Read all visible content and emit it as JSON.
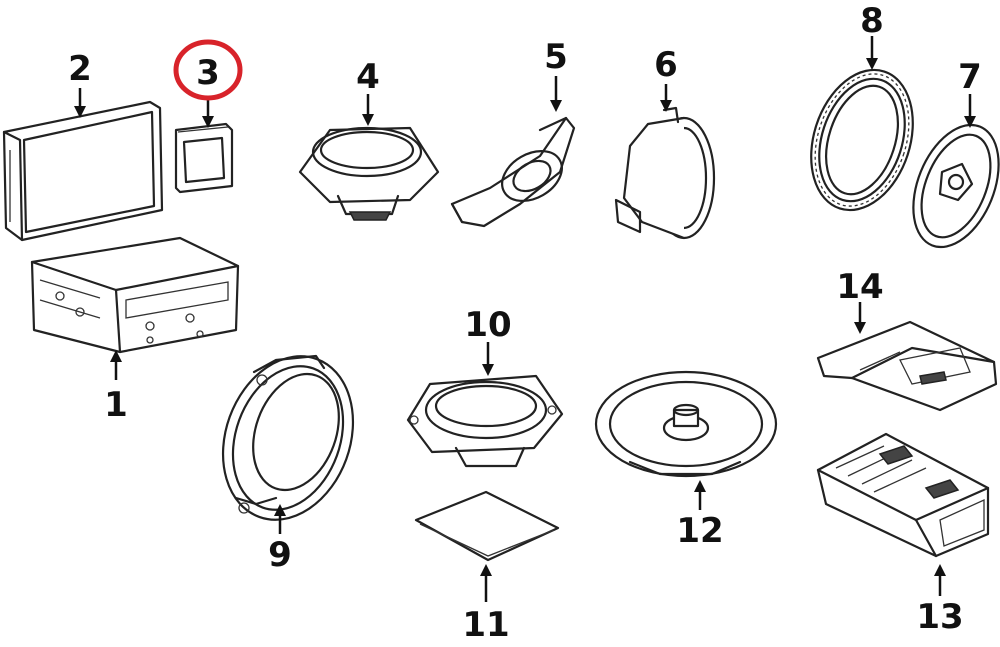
{
  "callouts": {
    "c1": "1",
    "c2": "2",
    "c3": "3",
    "c4": "4",
    "c5": "5",
    "c6": "6",
    "c7": "7",
    "c8": "8",
    "c9": "9",
    "c10": "10",
    "c11": "11",
    "c12": "12",
    "c13": "13",
    "c14": "14"
  },
  "highlighted_callout": "3",
  "colors": {
    "line": "#222222",
    "highlight_ring": "#d8232a",
    "background": "#ffffff"
  }
}
